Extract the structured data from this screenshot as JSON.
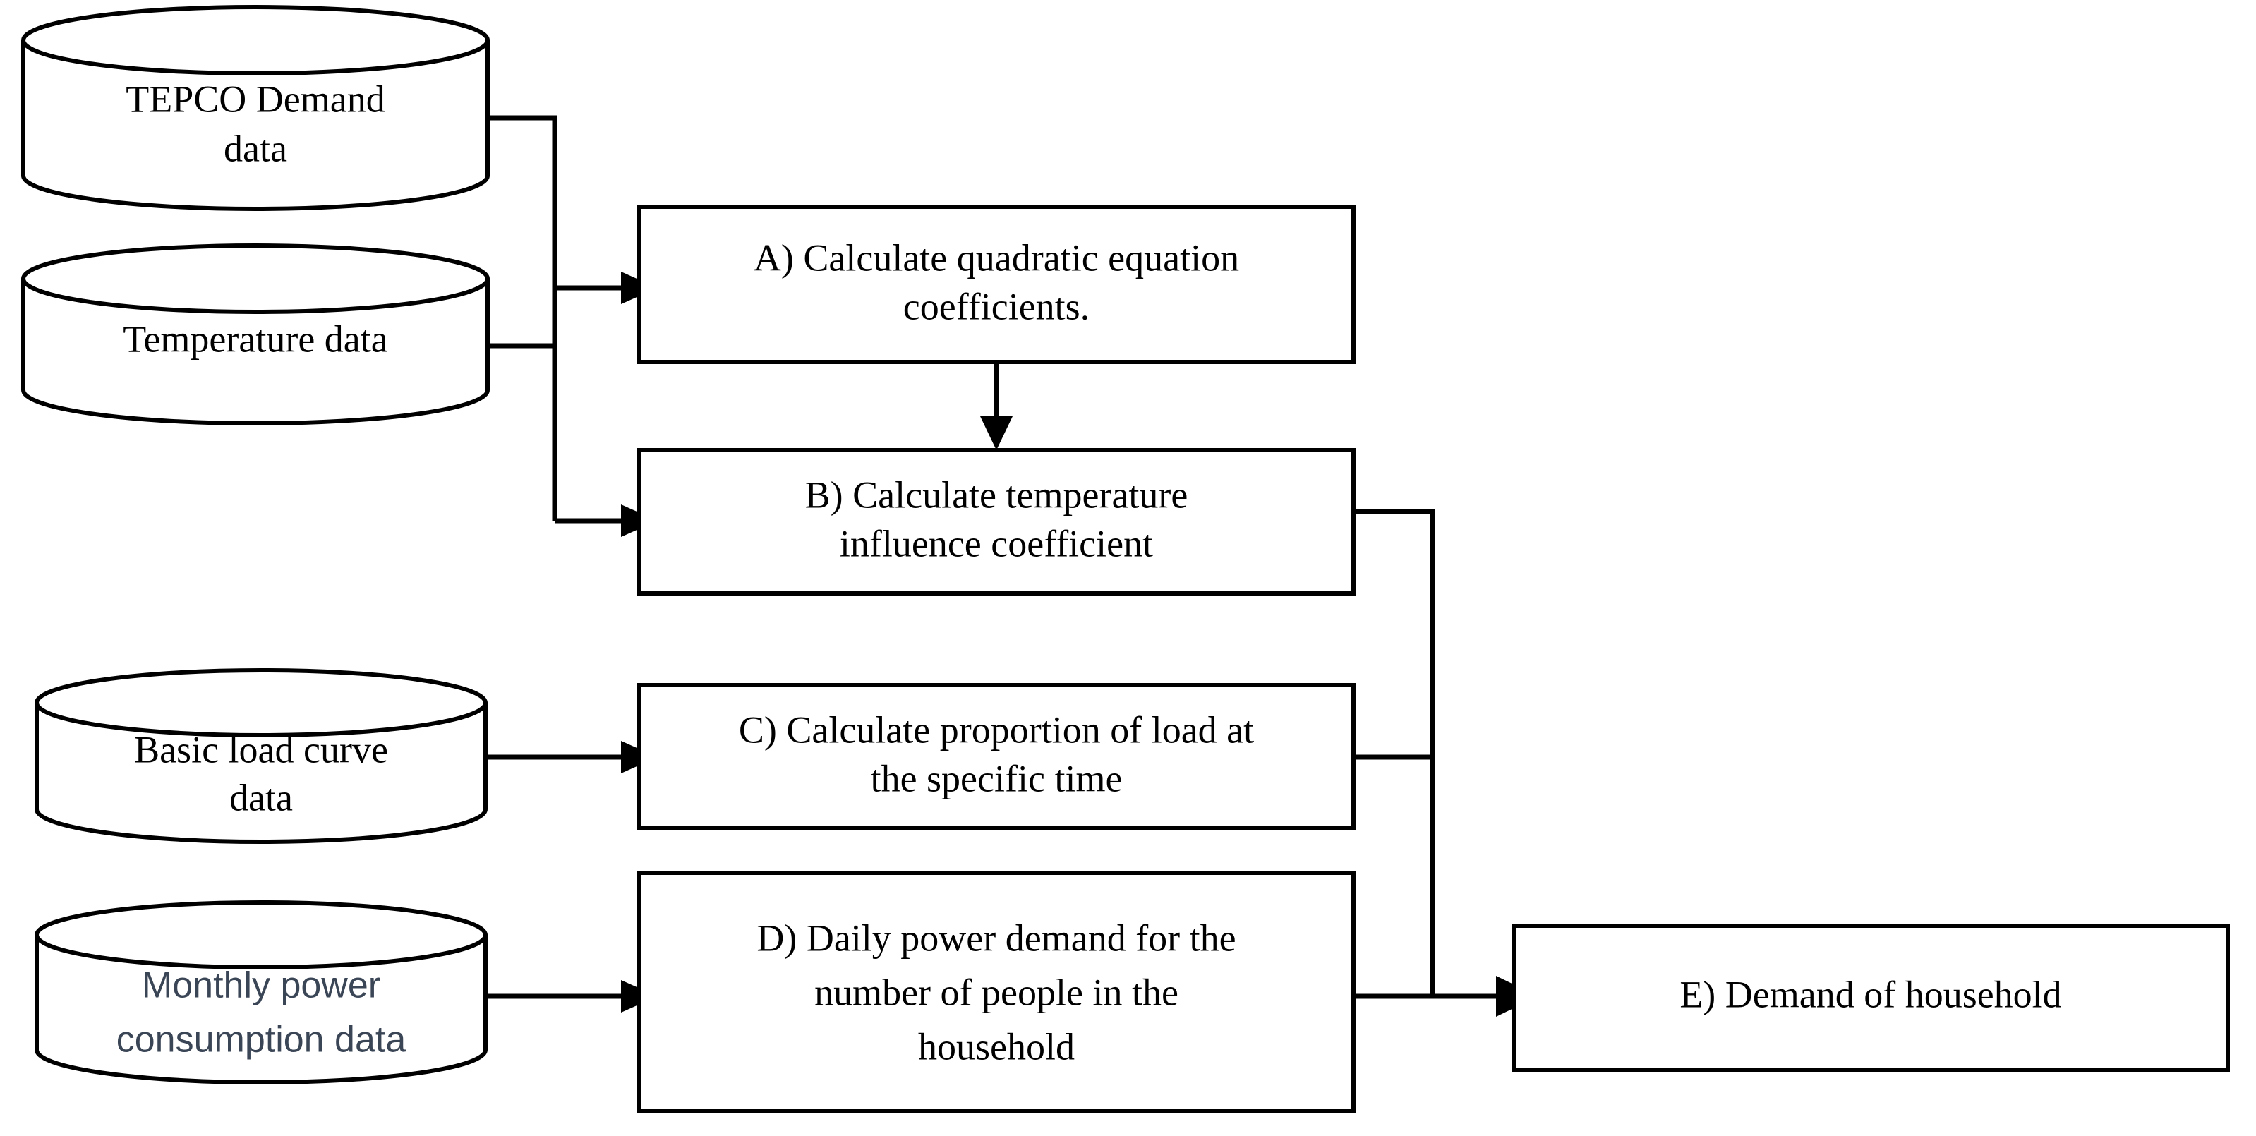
{
  "diagram": {
    "type": "flowchart",
    "title": "Household power demand estimation flow",
    "colors": {
      "stroke": "#000000",
      "fill": "#ffffff",
      "text": "#000000",
      "accent_text": "#3a4556",
      "background": "#ffffff"
    },
    "data_sources": [
      {
        "id": "tepco",
        "shape": "cylinder",
        "lines": [
          "TEPCO Demand",
          "data"
        ],
        "text": "TEPCO Demand data",
        "text_color": "#000000"
      },
      {
        "id": "temperature",
        "shape": "cylinder",
        "lines": [
          "Temperature data"
        ],
        "text": "Temperature data",
        "text_color": "#000000"
      },
      {
        "id": "basic-load-curve",
        "shape": "cylinder",
        "lines": [
          "Basic load curve",
          "data"
        ],
        "text": "Basic load curve data",
        "text_color": "#000000"
      },
      {
        "id": "monthly-power",
        "shape": "cylinder",
        "lines": [
          "Monthly power",
          "consumption data"
        ],
        "text": "Monthly power consumption data",
        "text_color": "#3a4556"
      }
    ],
    "process_steps": [
      {
        "id": "step-a",
        "label": "A",
        "shape": "rectangle",
        "lines": [
          "A) Calculate quadratic equation",
          "coefficients."
        ],
        "text": "A) Calculate quadratic equation coefficients."
      },
      {
        "id": "step-b",
        "label": "B",
        "shape": "rectangle",
        "lines": [
          "B) Calculate temperature",
          "influence coefficient"
        ],
        "text": "B) Calculate temperature influence coefficient"
      },
      {
        "id": "step-c",
        "label": "C",
        "shape": "rectangle",
        "lines": [
          "C) Calculate proportion of load at",
          "the specific time"
        ],
        "text": "C) Calculate proportion of load at the specific time"
      },
      {
        "id": "step-d",
        "label": "D",
        "shape": "rectangle",
        "lines": [
          "D) Daily power demand for the",
          "number of people in the",
          "household"
        ],
        "text": "D) Daily power demand for the number of people in the household"
      },
      {
        "id": "step-e",
        "label": "E",
        "shape": "rectangle",
        "lines": [
          "E) Demand of household"
        ],
        "text": "E) Demand of household"
      }
    ],
    "edges": [
      {
        "id": "edge-tepco-to-a",
        "from": "tepco",
        "to": "step-a",
        "arrow": true
      },
      {
        "id": "edge-temperature-to-a",
        "from": "temperature",
        "to": "step-a",
        "arrow": true
      },
      {
        "id": "edge-tepco-to-b",
        "from": "tepco",
        "to": "step-b",
        "arrow": true
      },
      {
        "id": "edge-temperature-to-b",
        "from": "temperature",
        "to": "step-b",
        "arrow": true
      },
      {
        "id": "edge-a-to-b",
        "from": "step-a",
        "to": "step-b",
        "arrow": true
      },
      {
        "id": "edge-basicload-to-c",
        "from": "basic-load-curve",
        "to": "step-c",
        "arrow": true
      },
      {
        "id": "edge-monthly-to-d",
        "from": "monthly-power",
        "to": "step-d",
        "arrow": true
      },
      {
        "id": "edge-b-to-e",
        "from": "step-b",
        "to": "step-e",
        "arrow": true
      },
      {
        "id": "edge-c-to-e",
        "from": "step-c",
        "to": "step-e",
        "arrow": true
      },
      {
        "id": "edge-d-to-e",
        "from": "step-d",
        "to": "step-e",
        "arrow": true
      }
    ]
  }
}
